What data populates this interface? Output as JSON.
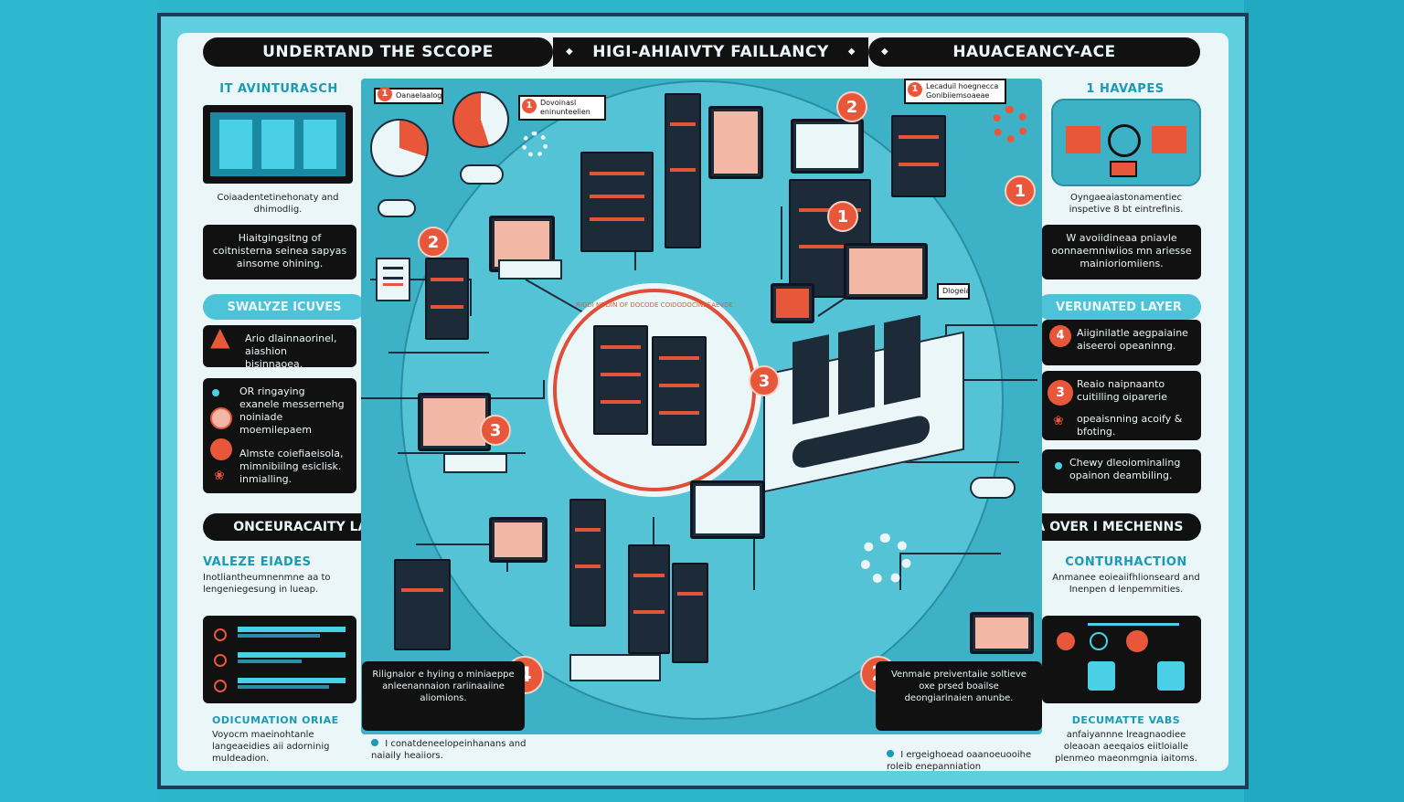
{
  "header": {
    "bar1": "UNDERTAND THE SCCOPE",
    "bar2": "HIGI-AHIAIVTY FAILLANCY",
    "bar3": "HAUACEANCY-ACE"
  },
  "left": {
    "heading1": "IT AVINTURASCH",
    "caption1": "Coiaadentetinehonaty and dhimodlig.",
    "card1": "Hiaitgingsitng of coitnisterna seinea sapyas ainsome ohining.",
    "pill_analyze": "SWALYZE ICUVES",
    "card2": "Ario dlainnaorinel, aiashion bisinnaoea.",
    "card3a": "OR ringaying exanele messernehg noiniade moemilepaem",
    "card3b": "Almste coiefiaeisola, mimnibiilng esiclisk.",
    "card3c": "inmialling.",
    "pill_bottom": "ONCEURACAITY LAER",
    "heading2": "VALEZE EIADES",
    "caption2": "Inotliantheumnenmne aa to lengeniegesung in lueap.",
    "footer_title": "ODICUMATION ORIAE",
    "footer_text": "Voyocm maeinohtanle langeaeidies aii adorninig muldeadion."
  },
  "right": {
    "heading1": "1 HAVAPES",
    "caption1": "Oyngaeaiastonamentiec inspetive 8 bt eintrefinis.",
    "card1": "W avoiidineaa pniavle oonnaemniwiios mn ariesse mainioriomiiens.",
    "pill_layer": "VERUNATED LAYER",
    "card2": "Aiiginilatle aegpaiaine aiseeroi opeaninng.",
    "card3a": "Reaio naipnaanto cuitilling oiparerie",
    "card3b": "opeaisnning acoify & bfoting.",
    "card4": "Chewy dleoiominaling opainon deambiling.",
    "pill_bottom": "FAILA OVER I MECHENNS",
    "heading2": "CONTURHACTION",
    "caption2": "Anmanee eoieaiifhlionseard and Inenpen d lenpemmities.",
    "footer_title": "DECUMATTE VABS",
    "footer_text": "anfaiyannne lreagnaodiee oleaoan aeeqaios eiitloialle plenmeo maeonmgnia iaitoms."
  },
  "center": {
    "ring_text": "RIDDI NDDIN OF DOCODE COIDODOCINESAEVDE",
    "label_tl": "Oanaelaalog",
    "label_t2": "Dovoinasl eninunteelien",
    "label_tr": "Lecaduil hoegnecca Gonibiiemsoaeae",
    "label_small": "Dlogeia",
    "badge1": "1",
    "badge2": "2",
    "badge3": "3",
    "badge4": "4",
    "bottom_card_left": "Rilignaior e hyiing o miniaeppe anleenannaion rariinaaiine aliomions.",
    "bottom_caption_left": "I conatdeneelopeinhanans and naiaily heaiiors.",
    "bottom_card_right": "Venmaie preiventaiie soltieve oxe prsed boailse deongiarinaien anunbe.",
    "bottom_caption_right": "I ergeighoead oaanoeuooihe roleib enepanniation"
  },
  "colors": {
    "accent": "#e8573a",
    "teal": "#3db1c6",
    "dark": "#111111",
    "paper": "#eaf6f7"
  }
}
